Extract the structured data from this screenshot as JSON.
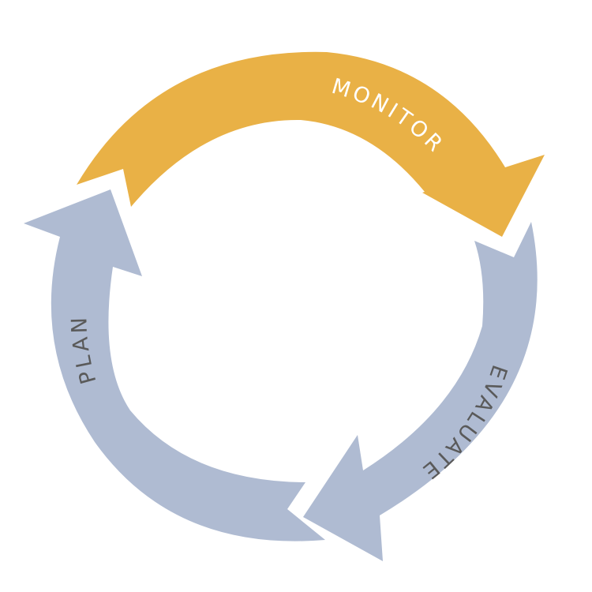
{
  "diagram": {
    "stages": [
      {
        "id": "monitor",
        "label": "MONITOR",
        "color": "#E9B146",
        "text_color": "#FFFFFF"
      },
      {
        "id": "evaluate",
        "label": "EVALUATE",
        "color": "#AFBBD2",
        "text_color": "#5A5A5A"
      },
      {
        "id": "plan",
        "label": "PLAN",
        "color": "#AFBBD2",
        "text_color": "#5A5A5A"
      }
    ]
  }
}
